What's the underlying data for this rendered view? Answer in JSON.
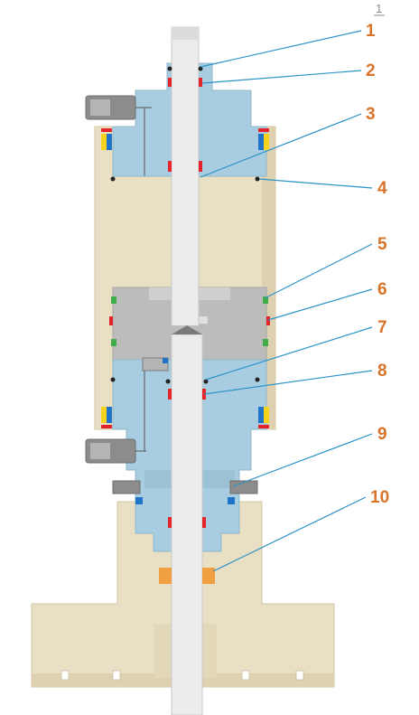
{
  "top_mark": "1",
  "callouts": [
    {
      "label": "1"
    },
    {
      "label": "2"
    },
    {
      "label": "3"
    },
    {
      "label": "4"
    },
    {
      "label": "5"
    },
    {
      "label": "6"
    },
    {
      "label": "7"
    },
    {
      "label": "8"
    },
    {
      "label": "9"
    },
    {
      "label": "10"
    }
  ],
  "colors": {
    "label_orange": "#d8742a",
    "leader_blue": "#2b93c8",
    "cream": "#e9dfc4",
    "steel_blue": "#a9cde0",
    "piston_grey": "#bcbcbc",
    "rod_light": "#ececec",
    "seal_red": "#e3242b",
    "seal_yellow": "#f5d21e",
    "seal_green": "#3fae49",
    "seal_blue": "#1f73c8",
    "bushing_orange": "#f0a040",
    "top_mark_grey": "#8a8a8a"
  }
}
